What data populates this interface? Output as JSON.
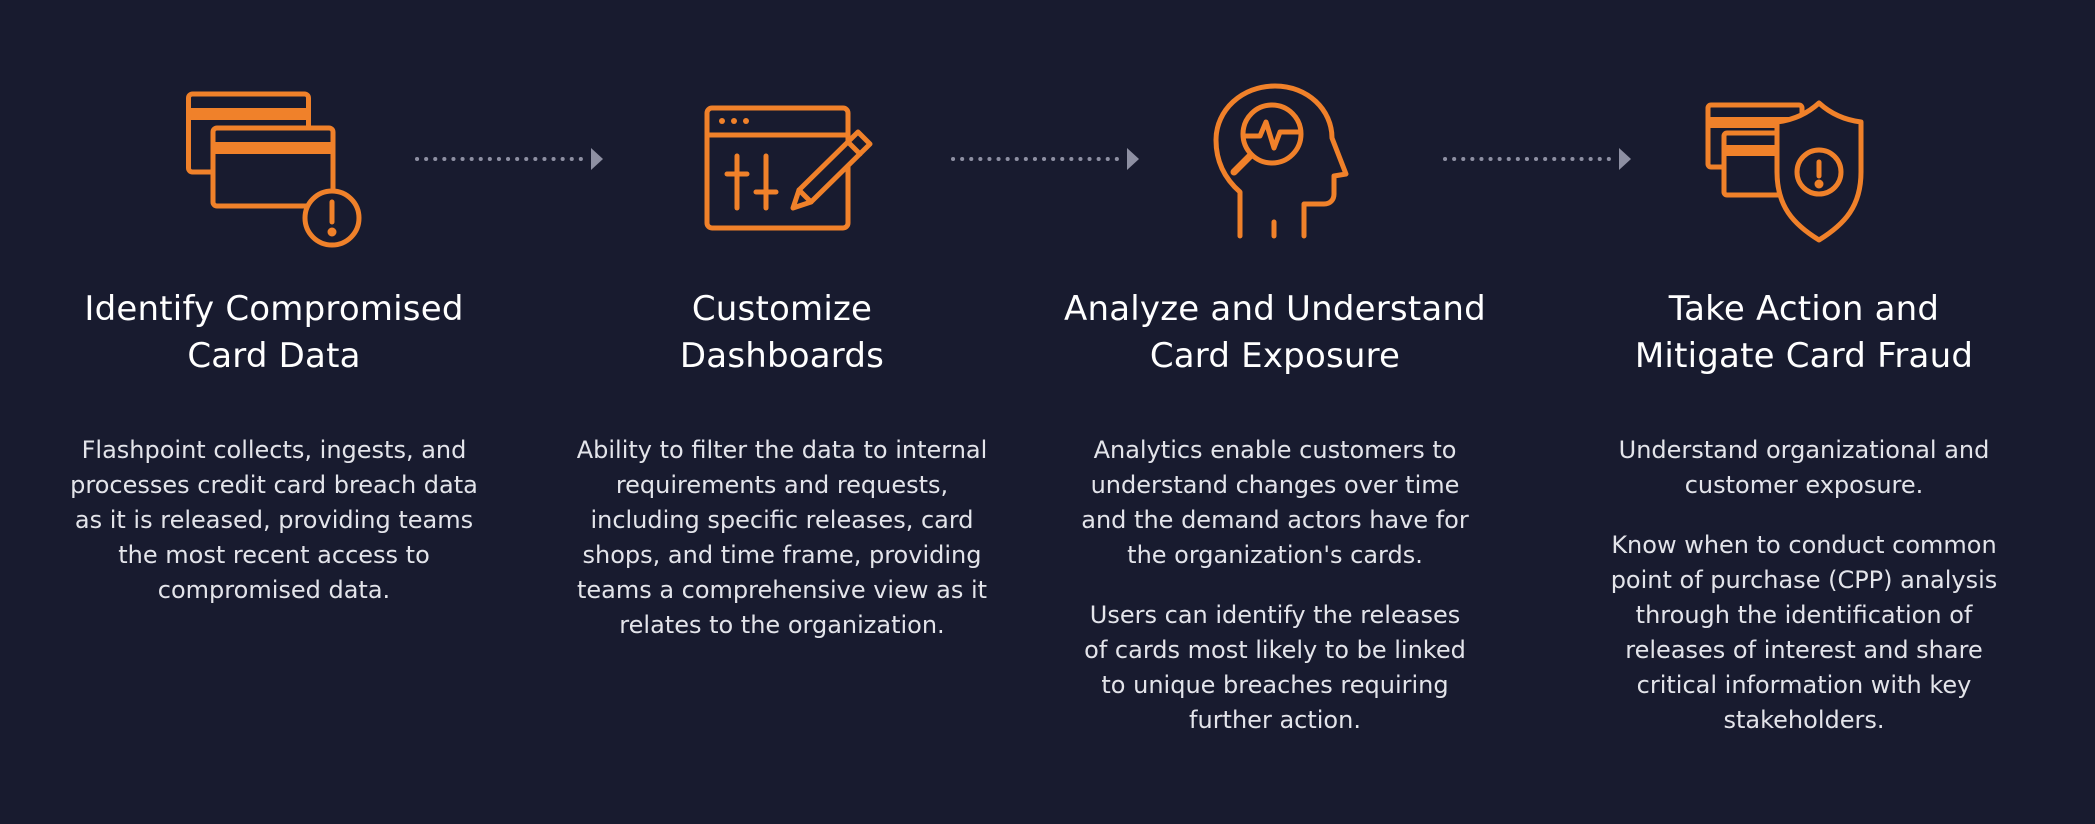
{
  "steps": [
    {
      "icon": "credit-cards-alert-icon",
      "title": [
        "Identify Compromised",
        "Card Data"
      ],
      "paragraphs": [
        [
          "Flashpoint collects, ingests, and",
          "processes credit card breach data",
          "as it is released, providing teams",
          "the most recent access to",
          "compromised data."
        ]
      ]
    },
    {
      "icon": "dashboard-edit-icon",
      "title": [
        "Customize",
        "Dashboards"
      ],
      "paragraphs": [
        [
          "Ability to filter the data to internal",
          "requirements and requests,",
          "including specific releases, card",
          "shops, and time frame, providing",
          "teams a comprehensive view as it",
          "relates to the organization."
        ]
      ]
    },
    {
      "icon": "head-analytics-icon",
      "title": [
        "Analyze and Understand",
        "Card Exposure"
      ],
      "paragraphs": [
        [
          "Analytics enable customers to",
          "understand changes over time",
          "and the demand actors have for",
          "the organization's cards."
        ],
        [
          "Users can identify the releases",
          "of cards most likely to be linked",
          "to unique breaches requiring",
          "further action."
        ]
      ]
    },
    {
      "icon": "cards-shield-alert-icon",
      "title": [
        "Take Action and",
        "Mitigate Card Fraud"
      ],
      "paragraphs": [
        [
          "Understand organizational and",
          "customer exposure."
        ],
        [
          "Know when to conduct common",
          "point of purchase (CPP) analysis",
          "through the identification of",
          "releases of interest and share",
          "critical information with key",
          "stakeholders."
        ]
      ]
    }
  ],
  "colors": {
    "background": "#181b2f",
    "accent": "#f0812a",
    "connector": "#8e90a3",
    "text": "#ffffff"
  }
}
